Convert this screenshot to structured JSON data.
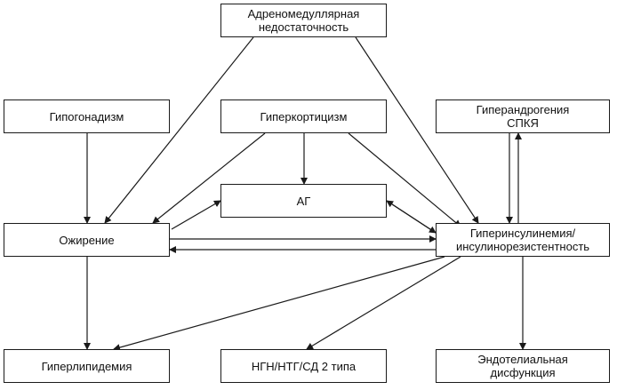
{
  "nodes": {
    "adrenal": "Адреномедуллярная\nнедостаточность",
    "hypogonadism": "Гипогонадизм",
    "hypercorticism": "Гиперкортицизм",
    "hyperandrogenia": "Гиперандрогения\nСПКЯ",
    "ag": "АГ",
    "obesity": "Ожирение",
    "hyperinsulinemia": "Гиперинсулинемия/\nинсулинорезистентность",
    "hyperlipidemia": "Гиперлипидемия",
    "ngn": "НГН/НТГ/СД 2 типа",
    "endothelial": "Эндотелиальная\nдисфункция"
  },
  "colors": {
    "line": "#1a1a1a",
    "text": "#111111",
    "background": "#ffffff"
  }
}
